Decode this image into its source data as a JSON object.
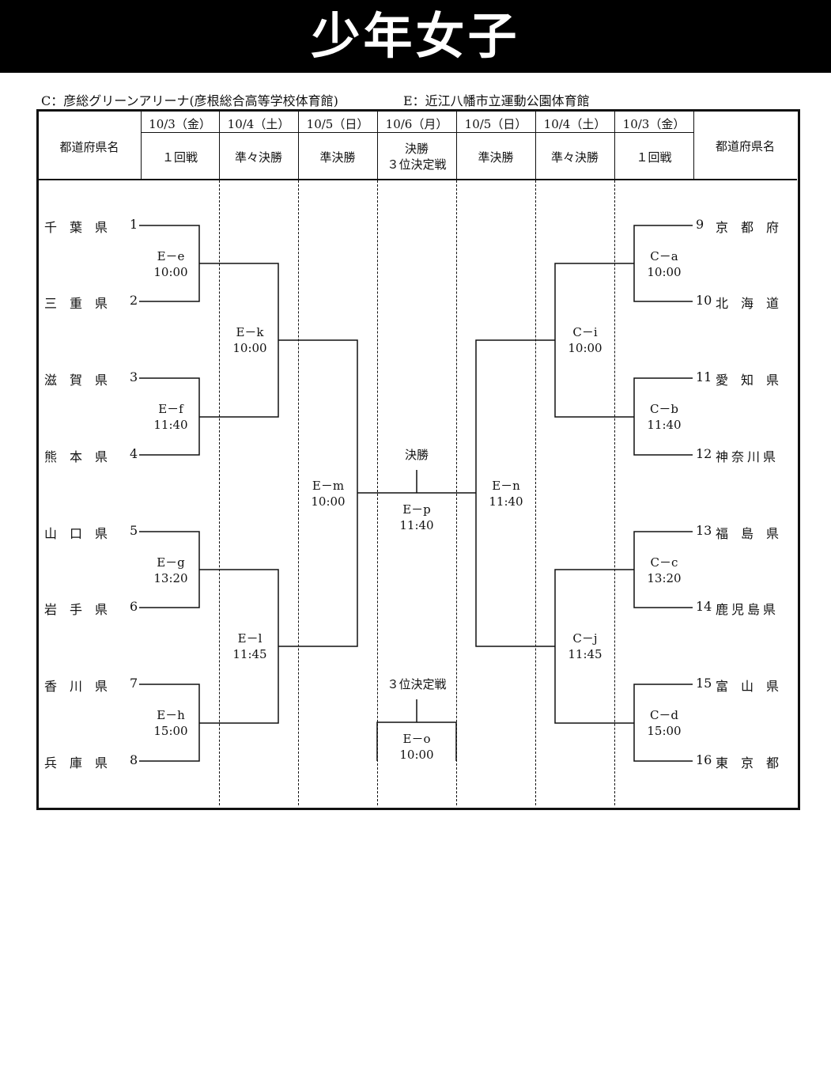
{
  "title": "少年女子",
  "venues": {
    "c": "C：彦総グリーンアリーナ(彦根総合高等学校体育館)",
    "e": "E：近江八幡市立運動公園体育館"
  },
  "header": {
    "left_label": "都道府県名",
    "right_label": "都道府県名",
    "dates": [
      "10/3（金）",
      "10/4（土）",
      "10/5（日）",
      "10/6（月）",
      "10/5（日）",
      "10/4（土）",
      "10/3（金）"
    ],
    "rounds": [
      "１回戦",
      "準々決勝",
      "準決勝",
      "決勝\n３位決定戦",
      "準決勝",
      "準々決勝",
      "１回戦"
    ]
  },
  "left_teams": [
    {
      "name": "千　葉　県",
      "seed": "1"
    },
    {
      "name": "三　重　県",
      "seed": "2"
    },
    {
      "name": "滋　賀　県",
      "seed": "3"
    },
    {
      "name": "熊　本　県",
      "seed": "4"
    },
    {
      "name": "山　口　県",
      "seed": "5"
    },
    {
      "name": "岩　手　県",
      "seed": "6"
    },
    {
      "name": "香　川　県",
      "seed": "7"
    },
    {
      "name": "兵　庫　県",
      "seed": "8"
    }
  ],
  "right_teams": [
    {
      "seed": "9",
      "name": "京　都　府"
    },
    {
      "seed": "10",
      "name": "北　海　道"
    },
    {
      "seed": "11",
      "name": "愛　知　県"
    },
    {
      "seed": "12",
      "name": "神奈川県"
    },
    {
      "seed": "13",
      "name": "福　島　県"
    },
    {
      "seed": "14",
      "name": "鹿児島県"
    },
    {
      "seed": "15",
      "name": "富　山　県"
    },
    {
      "seed": "16",
      "name": "東　京　都"
    }
  ],
  "matches": {
    "e": {
      "code": "E－e",
      "time": "10:00"
    },
    "f": {
      "code": "E－f",
      "time": "11:40"
    },
    "g": {
      "code": "E－g",
      "time": "13:20"
    },
    "h": {
      "code": "E－h",
      "time": "15:00"
    },
    "k": {
      "code": "E－k",
      "time": "10:00"
    },
    "l": {
      "code": "E－l",
      "time": "11:45"
    },
    "m": {
      "code": "E－m",
      "time": "10:00"
    },
    "n": {
      "code": "E－n",
      "time": "11:40"
    },
    "p": {
      "code": "E－p",
      "time": "11:40"
    },
    "o": {
      "code": "E－o",
      "time": "10:00"
    },
    "a": {
      "code": "C－a",
      "time": "10:00"
    },
    "b": {
      "code": "C－b",
      "time": "11:40"
    },
    "c": {
      "code": "C－c",
      "time": "13:20"
    },
    "d": {
      "code": "C－d",
      "time": "15:00"
    },
    "i": {
      "code": "C－i",
      "time": "10:00"
    },
    "j": {
      "code": "C－j",
      "time": "11:45"
    }
  },
  "labels": {
    "final": "決勝",
    "third_place": "３位決定戦"
  }
}
